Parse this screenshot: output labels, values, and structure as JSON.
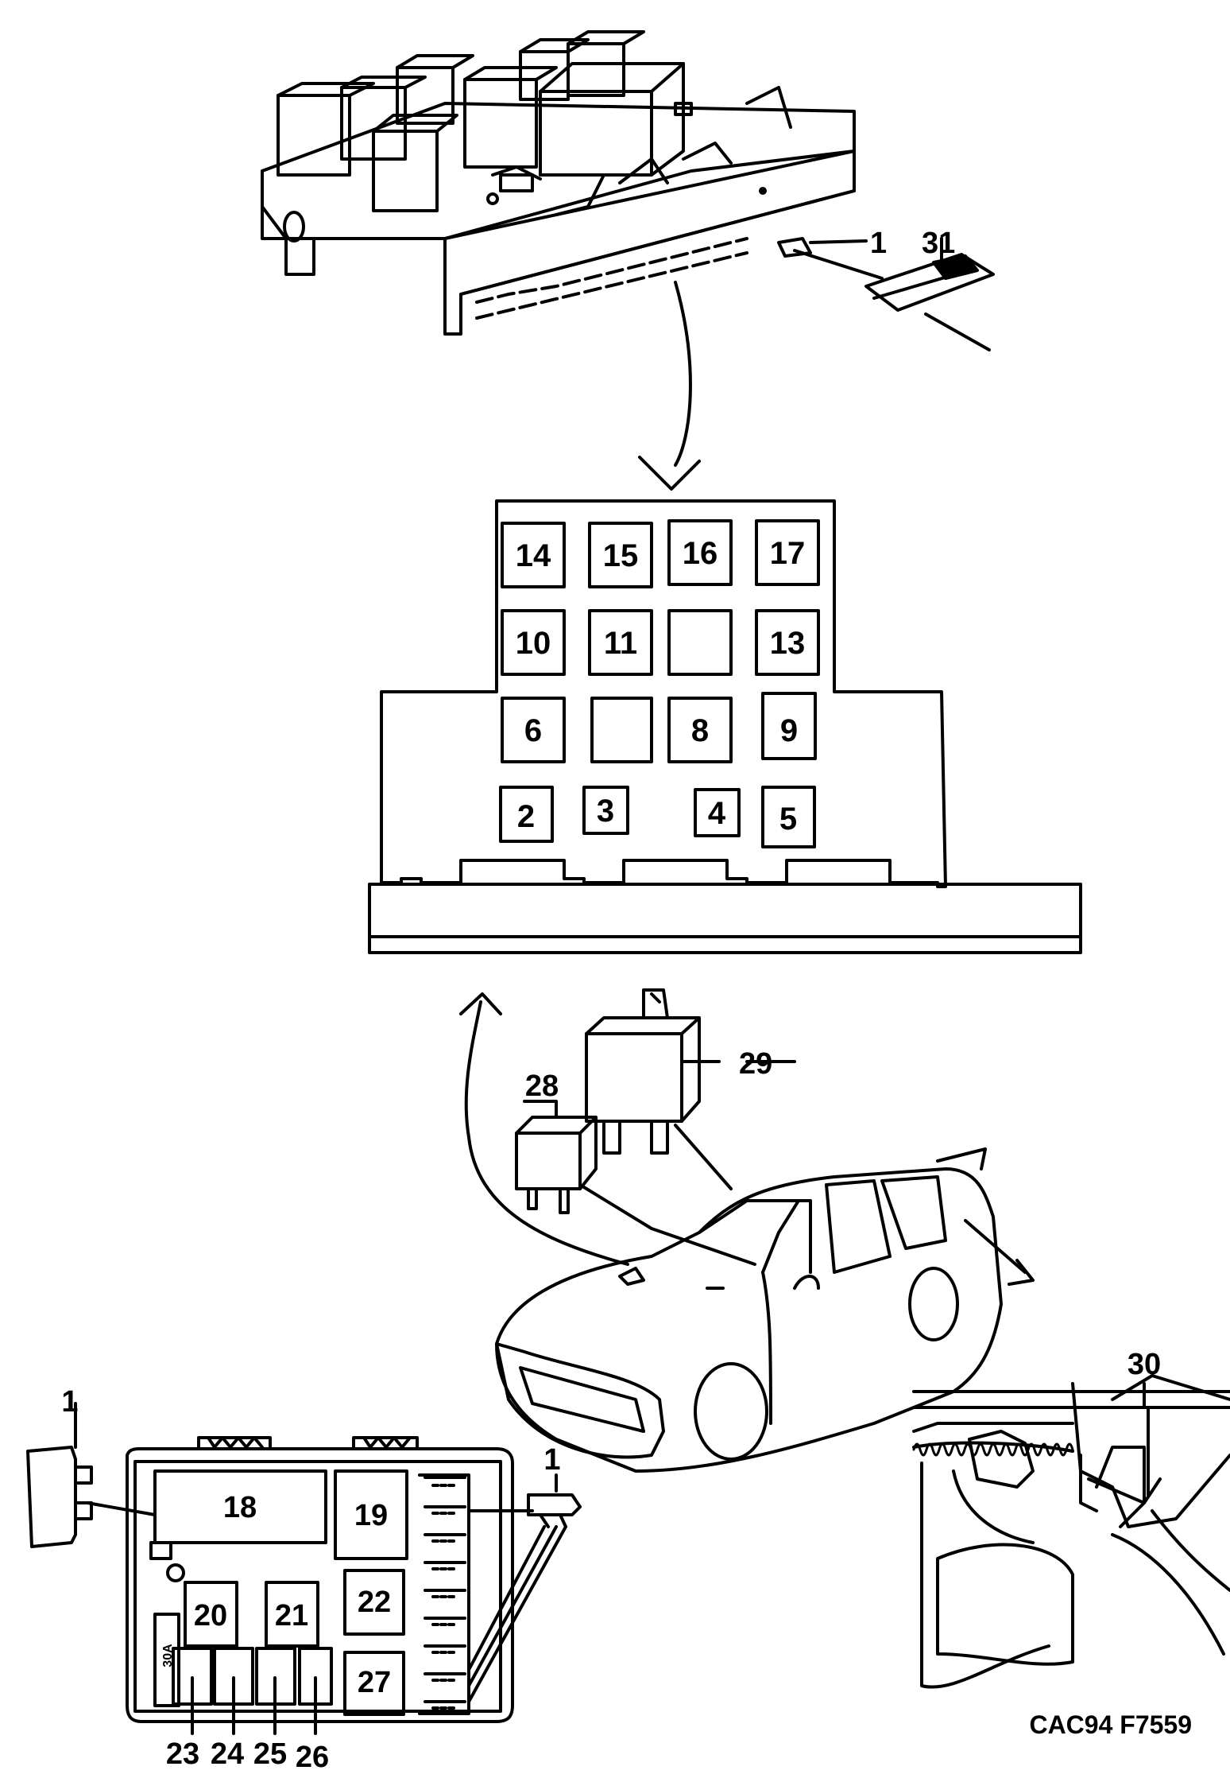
{
  "diagram": {
    "reference_code": "CAC94 F7559",
    "relay_slots": [
      {
        "id": "slot-14",
        "label": "14"
      },
      {
        "id": "slot-15",
        "label": "15"
      },
      {
        "id": "slot-16",
        "label": "16"
      },
      {
        "id": "slot-17",
        "label": "17"
      },
      {
        "id": "slot-10",
        "label": "10"
      },
      {
        "id": "slot-11",
        "label": "11"
      },
      {
        "id": "slot-12-empty",
        "label": ""
      },
      {
        "id": "slot-13",
        "label": "13"
      },
      {
        "id": "slot-6",
        "label": "6"
      },
      {
        "id": "slot-7-empty",
        "label": ""
      },
      {
        "id": "slot-8",
        "label": "8"
      },
      {
        "id": "slot-9",
        "label": "9"
      },
      {
        "id": "slot-2",
        "label": "2"
      },
      {
        "id": "slot-3",
        "label": "3"
      },
      {
        "id": "slot-4",
        "label": "4"
      },
      {
        "id": "slot-5",
        "label": "5"
      }
    ],
    "callouts": {
      "c1_top": "1",
      "c31": "31",
      "c28": "28",
      "c29": "29",
      "c30": "30",
      "c1_left": "1",
      "c1_right": "1"
    },
    "fusebox_relays": {
      "r18": "18",
      "r19": "19",
      "r20": "20",
      "r21": "21",
      "r22": "22",
      "r27": "27",
      "fuse_30a": "30A"
    },
    "bottom_relays": [
      "23",
      "24",
      "25",
      "26"
    ]
  }
}
